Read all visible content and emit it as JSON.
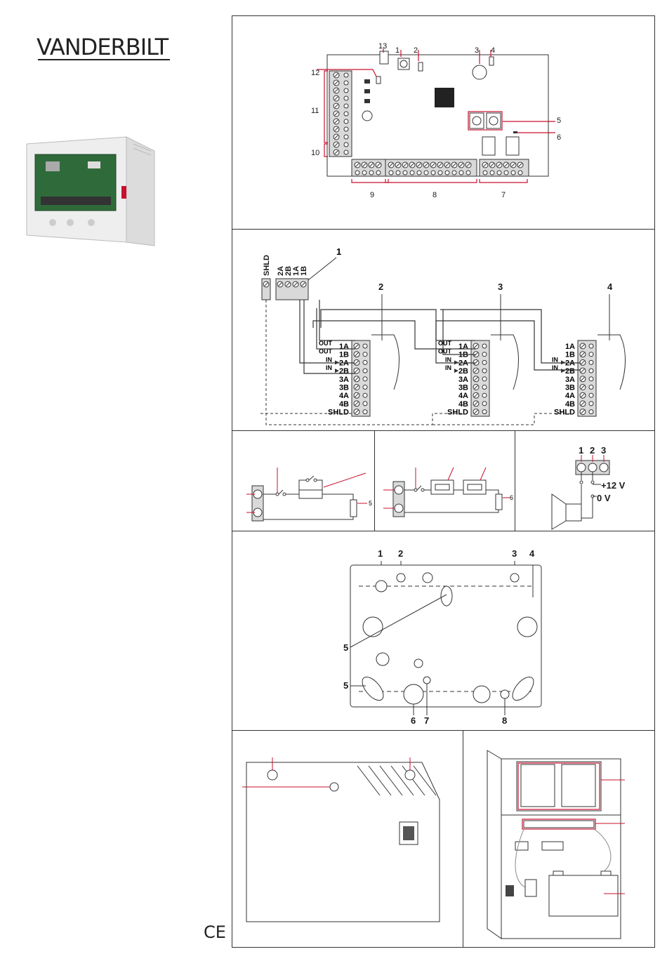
{
  "brand": {
    "logo_text": "VANDERBILT",
    "ce_mark": "CE"
  },
  "fig1": {
    "callouts": [
      "13",
      "1",
      "2",
      "3",
      "4",
      "12",
      "11",
      "5",
      "6",
      "10",
      "9",
      "8",
      "7"
    ]
  },
  "fig2": {
    "callouts": [
      "1",
      "2",
      "3",
      "4"
    ],
    "source_terminals": [
      "SHLD",
      "2A",
      "2B",
      "1A",
      "1B"
    ],
    "module_terminals": [
      "1A",
      "1B",
      "2A",
      "2B",
      "3A",
      "3B",
      "4A",
      "4B",
      "SHLD"
    ],
    "out_label": "OUT",
    "in_label": "IN"
  },
  "fig3": {
    "label_a": "5",
    "label_b": "6"
  },
  "fig4": {
    "callouts": [
      "1",
      "2",
      "3"
    ],
    "v_plus": "+12 V",
    "v_zero": "0 V"
  },
  "fig5": {
    "callouts": [
      "1",
      "2",
      "3",
      "4",
      "5",
      "5",
      "6",
      "7",
      "8"
    ]
  },
  "colors": {
    "accent": "#c8102e",
    "line": "#333333",
    "terminal": "#d9d9d9"
  }
}
